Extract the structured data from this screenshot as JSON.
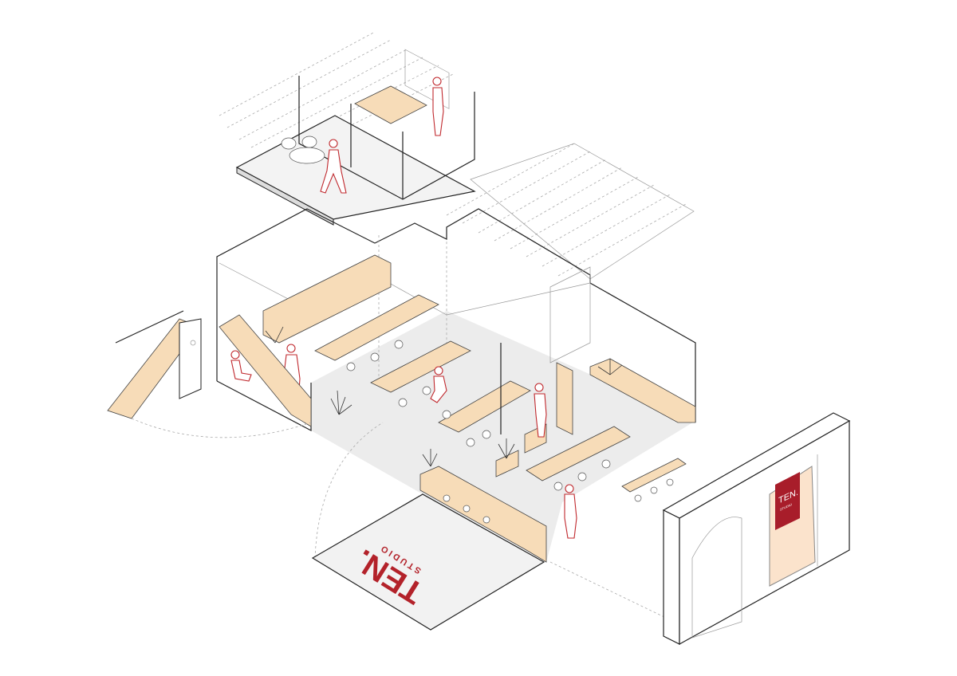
{
  "diagram": {
    "floor_logo": {
      "brand": "TEN.",
      "sub": "STUDIO"
    },
    "facade_sign": {
      "brand": "TEN.",
      "sub": "STUDIO"
    }
  },
  "colors": {
    "accent_red": "#b3222a",
    "wood": "#f7dcb8",
    "floor": "#ececec",
    "line": "#222222"
  }
}
